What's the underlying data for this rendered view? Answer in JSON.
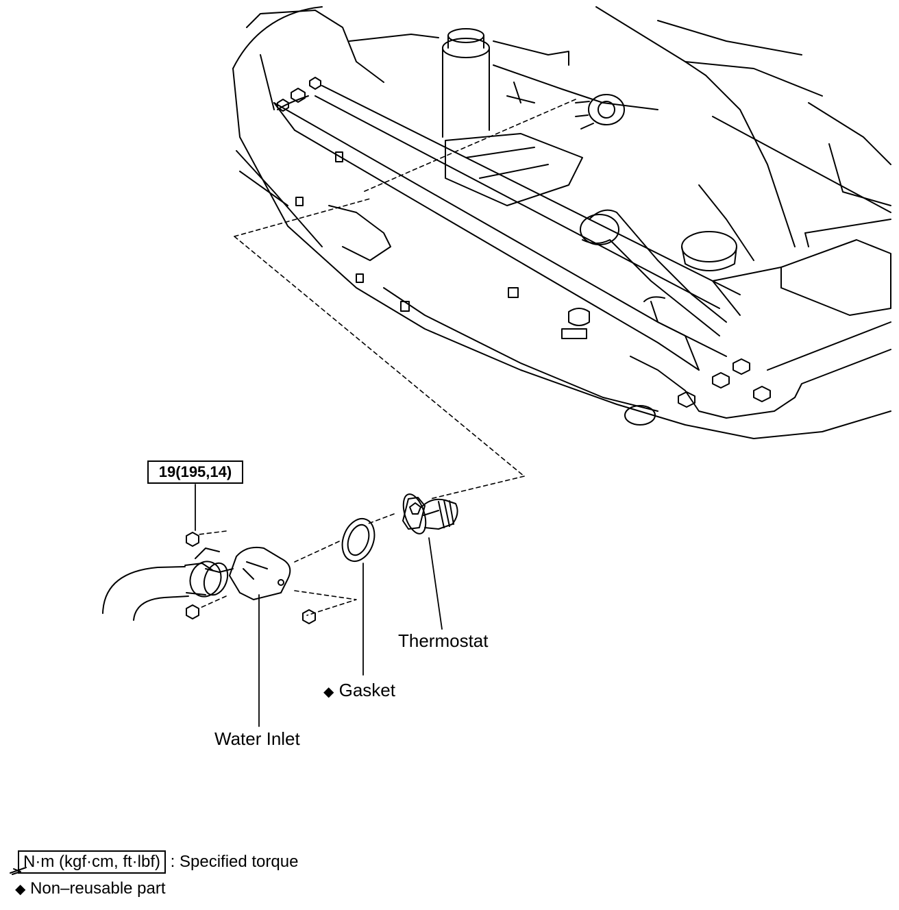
{
  "torque_callout": "19(195,14)",
  "labels": {
    "thermostat": "Thermostat",
    "gasket": "Gasket",
    "water_inlet": "Water Inlet"
  },
  "legend": {
    "torque_units": "N·m (kgf·cm, ft·lbf)",
    "torque_desc": ": Specified torque",
    "nonreusable_desc": "Non–reusable part"
  },
  "symbols": {
    "nonreusable": "◆"
  },
  "icons": {
    "torque": "torque-wrench-icon",
    "nonreusable": "diamond-icon"
  }
}
